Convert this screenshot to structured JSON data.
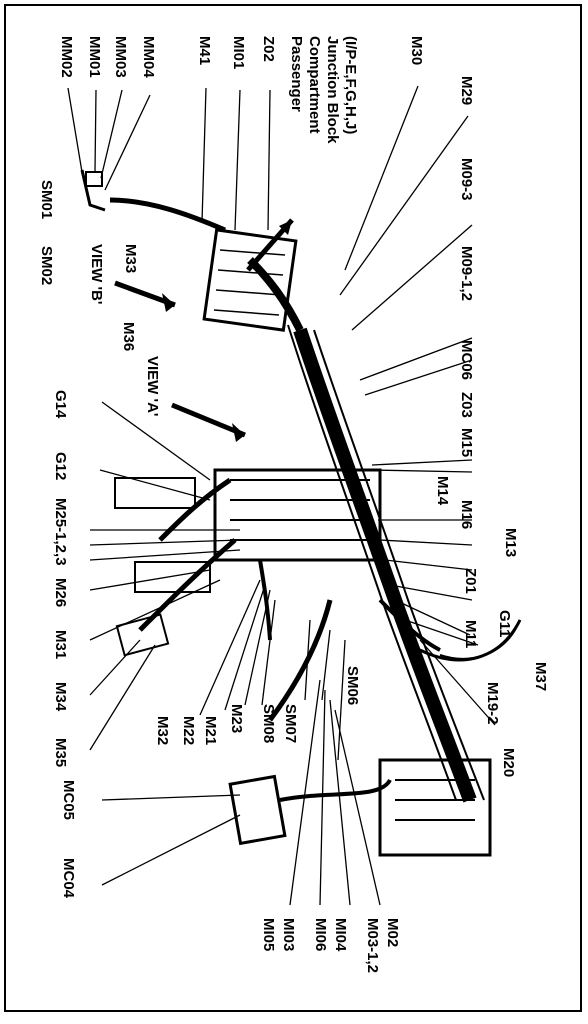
{
  "diagram": {
    "labels": {
      "mm02": "MM02",
      "mm01": "MM01",
      "mm03": "MM03",
      "mm04": "MM04",
      "m41": "M41",
      "mi01": "MI01",
      "z02": "Z02",
      "pcjb1": "Passenger",
      "pcjb2": "Compartment",
      "pcjb3": "Junction Block",
      "pcjb4": "(I/P-E,F,G,H,J)",
      "m30": "M30",
      "m29": "M29",
      "m09_3": "M09-3",
      "m09_12": "M09-1,2",
      "mc06": "MC06",
      "z03": "Z03",
      "m15": "M15",
      "m14": "M14",
      "m16": "M16",
      "m13": "M13",
      "z01": "Z01",
      "g11": "G11",
      "m11": "M11",
      "m37": "M37",
      "m19_2": "M19-2",
      "m20": "M20",
      "sm01": "SM01",
      "sm02": "SM02",
      "m33": "M33",
      "view_b": "VIEW 'B'",
      "m36": "M36",
      "view_a": "VIEW 'A'",
      "g14": "G14",
      "g12": "G12",
      "m25": "M25-1,2,3",
      "m26": "M26",
      "m31": "M31",
      "m34": "M34",
      "m35": "M35",
      "m32": "M32",
      "m22": "M22",
      "m21": "M21",
      "m23": "M23",
      "sm08": "SM08",
      "sm07": "SM07",
      "sm06": "SM06",
      "mc05": "MC05",
      "mc04": "MC04",
      "mi03": "MI03",
      "mi05": "MI05",
      "mi04": "MI04",
      "mi06": "MI06",
      "m02": "M02",
      "m03_12": "M03-1,2"
    }
  }
}
